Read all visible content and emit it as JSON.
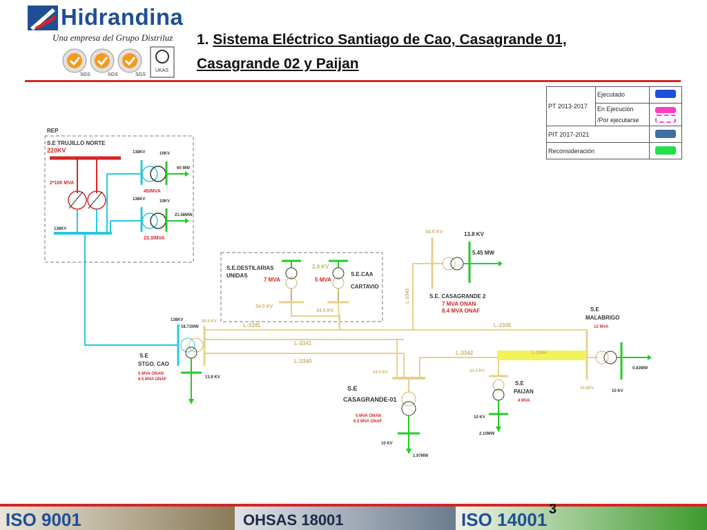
{
  "header": {
    "company": "Hidrandina",
    "tagline": "Una empresa del Grupo Distriluz",
    "cert_labels": [
      "SGS",
      "SGS",
      "SGS",
      "UKAS"
    ],
    "title_number": "1.",
    "title_line1": "Sistema Eléctrico Santiago de Cao, Casagrande 01,",
    "title_line2": "Casagrande 02 y Paijan"
  },
  "legend": {
    "rows": [
      {
        "group": "PT 2013-2017",
        "status": "Ejecutado",
        "color": "#1f4fd8"
      },
      {
        "group": "",
        "status": "En Ejecución",
        "color": "#ff3fbf"
      },
      {
        "group": "",
        "status": "/Por ejecutarse",
        "color": "#ff3fbf"
      },
      {
        "group": "PIT 2017-2021",
        "status": "",
        "color": "#3f6fa5"
      },
      {
        "group": "Reconsideración",
        "status": "",
        "color": "#22e04a"
      }
    ]
  },
  "diagram": {
    "rep": "REP",
    "trujillo": "S.E TRUJILLO NORTE",
    "kv220": "220KV",
    "trafo_rep": "2*100 MVA",
    "kv138_a": "138KV",
    "kv138_b": "138KV",
    "kv138_c": "138KV",
    "kv10_a": "10KV",
    "kv10_b": "10KV",
    "mw_a": "60 MW",
    "mw_b": "21.58MW",
    "mva_45": "45/MVA",
    "mva_23": "23.3/MVA",
    "destilerias1": "S.E.DESTILARIAS",
    "destilerias2": "UNIDAS",
    "dest_mva": "7 MVA",
    "dest_kv": "34.5 KV",
    "caa1": "S.E.CAA",
    "caa2": "CARTAVIO",
    "caa_kv_top": "2.4 KV",
    "caa_mva": "5 MVA",
    "caa_kv": "34.5 KV",
    "cg2_kv": "34.5 KV",
    "cg2_kv_out": "13.8 KV",
    "cg2_mw": "5.45 MW",
    "cg2_name": "S.E. CASAGRANDE 2",
    "cg2_onan": "7 MVA ONAN",
    "cg2_onaf": "8.4 MVA ONAF",
    "l3343": "L-3343",
    "l3345a": "L-3345",
    "l3345b": "L-3345",
    "l3341": "L-3341",
    "l3340": "L-3340",
    "l3342": "L-3342",
    "l3344": "L-3344",
    "stgo_kv138": "138KV",
    "stgo_mw": "18.71MW",
    "stgo_kv345": "34.5 KV",
    "stgo1": "S.E",
    "stgo2": "STGO. CAO",
    "stgo_onan": "5 MVA ONAN",
    "stgo_onaf": "6.5 MVA ONAF",
    "stgo_kv138b": "13.8 KV",
    "malab1": "S.E",
    "malab2": "MALABRIGO",
    "malab_mva": "12 MVA",
    "malab_kv": "34.5KV",
    "malab_kv10": "10 KV",
    "malab_mw": "0.82MW",
    "cg1_kv": "34.5 KV",
    "cg1_a": "S.E",
    "cg1_b": "CASAGRANDE-01",
    "cg1_onan": "5 MVA ONAN",
    "cg1_onaf": "6.5 MVA ONAF",
    "cg1_kv10": "10 KV",
    "cg1_mw": "1.97MW",
    "paijan_kv": "34.5 KV",
    "paijan1": "S.E",
    "paijan2": "PAIJAN",
    "paijan_mva": "4 MVA",
    "paijan_kv10": "10 KV",
    "paijan_mw": "2.10MW"
  },
  "footer": {
    "iso9001": "ISO 9001",
    "ohsas": "OHSAS 18001",
    "iso14001": "ISO 14001",
    "page": "3"
  }
}
